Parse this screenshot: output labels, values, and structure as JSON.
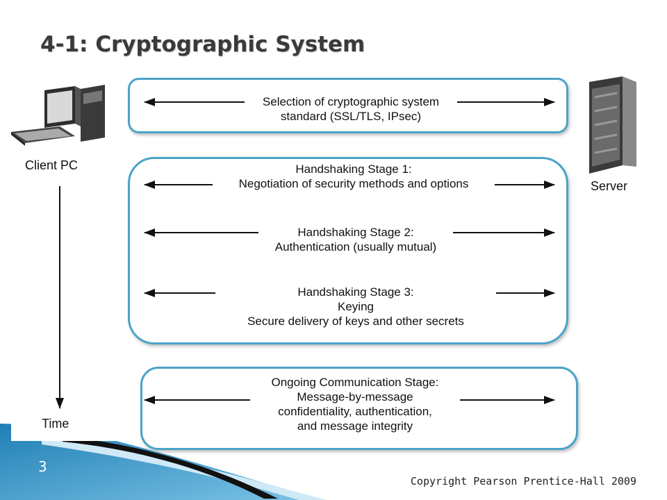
{
  "slide": {
    "title": "4-1: Cryptographic System",
    "number": "3",
    "copyright": "Copyright Pearson Prentice-Hall 2009"
  },
  "diagram": {
    "client_label": "Client PC",
    "server_label": "Server",
    "time_label": "Time",
    "selection": {
      "line1": "Selection of cryptographic system",
      "line2": "standard (SSL/TLS, IPsec)"
    },
    "handshake1": {
      "line1": "Handshaking Stage 1:",
      "line2": "Negotiation of security methods and options"
    },
    "handshake2": {
      "line1": "Handshaking Stage 2:",
      "line2": "Authentication (usually mutual)"
    },
    "handshake3": {
      "line1": "Handshaking Stage 3:",
      "line2": "Keying",
      "line3": "Secure delivery of keys and other secrets"
    },
    "ongoing": {
      "line1": "Ongoing Communication Stage:",
      "line2": "Message-by-message",
      "line3": "confidentiality, authentication,",
      "line4": "and message integrity"
    }
  },
  "colors": {
    "box_border": "#4aa3c8",
    "accent_blue": "#2a8ec0"
  }
}
